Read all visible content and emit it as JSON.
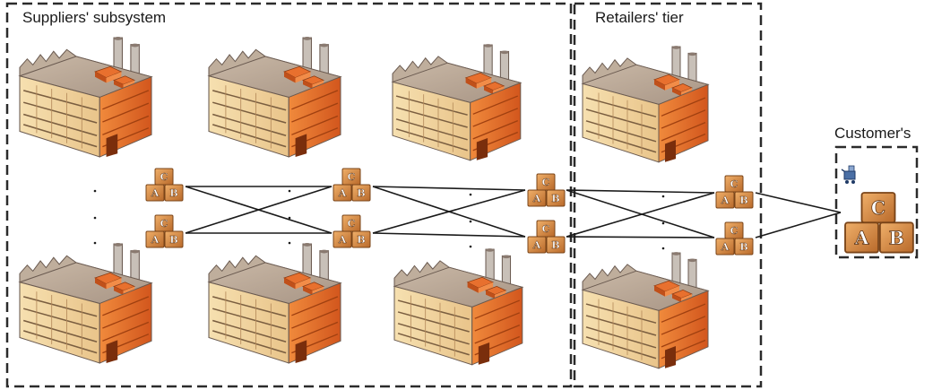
{
  "groups": {
    "suppliers": {
      "label": "Suppliers' subsystem"
    },
    "retailers": {
      "label": "Retailers' tier"
    },
    "customer": {
      "label": "Customer's"
    }
  },
  "box_letters": [
    "C",
    "A",
    "B"
  ],
  "icons": {
    "factory": "factory-icon",
    "boxes": "product-boxes-icon",
    "customer": "shopping-cart-icon",
    "ellipsis": "vertical-ellipsis"
  },
  "colors": {
    "border": "#2b2b2b",
    "factory_orange": "#e8712e",
    "factory_cream": "#f3d9a8",
    "box": "#d98b3d"
  }
}
